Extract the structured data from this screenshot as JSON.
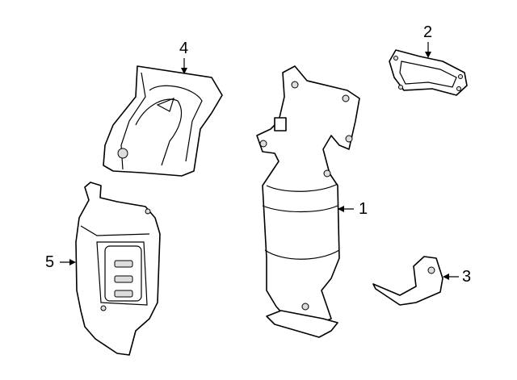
{
  "diagram": {
    "callouts": [
      {
        "id": "1",
        "part": "catalytic-converter-front"
      },
      {
        "id": "2",
        "part": "gasket"
      },
      {
        "id": "3",
        "part": "bracket"
      },
      {
        "id": "4",
        "part": "upper-heat-shield"
      },
      {
        "id": "5",
        "part": "lower-heat-shield"
      }
    ]
  }
}
